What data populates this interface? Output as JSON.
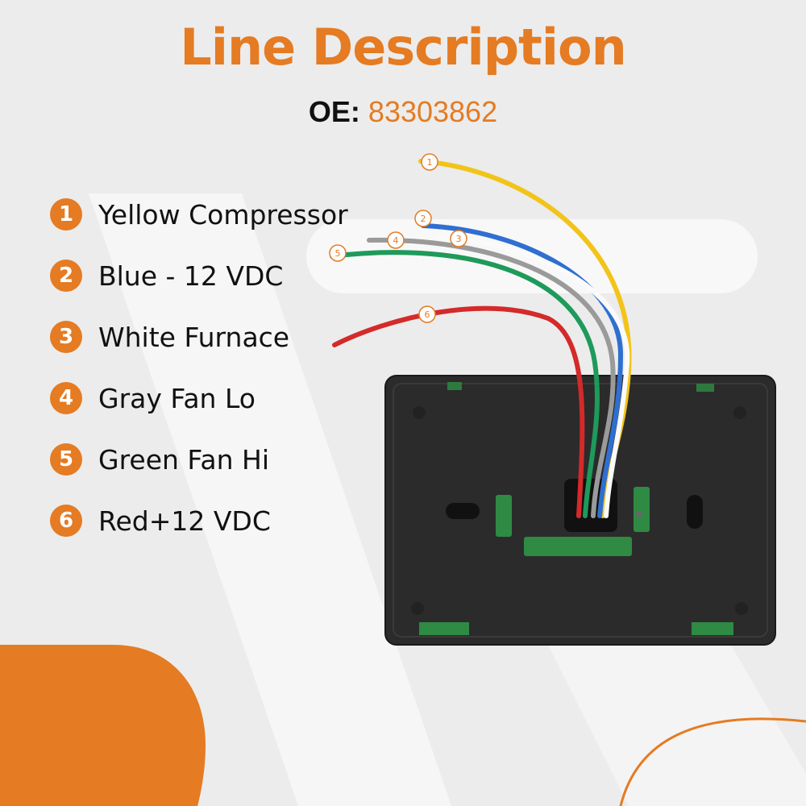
{
  "header": {
    "title": "Line Description",
    "oe_label": "OE:",
    "oe_value": "83303862"
  },
  "lines": [
    {
      "number": "1",
      "label": "Yellow Compressor",
      "wire_color": "#f2c41a"
    },
    {
      "number": "2",
      "label": "Blue - 12 VDC",
      "wire_color": "#2f6fd0"
    },
    {
      "number": "3",
      "label": "White Furnace",
      "wire_color": "#f5f5f5"
    },
    {
      "number": "4",
      "label": "Gray Fan Lo",
      "wire_color": "#9a9a9a"
    },
    {
      "number": "5",
      "label": "Green Fan Hi",
      "wire_color": "#1e9a5a"
    },
    {
      "number": "6",
      "label": "Red+12 VDC",
      "wire_color": "#d42a2a"
    }
  ],
  "colors": {
    "accent": "#e57b22",
    "background": "#ececec",
    "device": "#2b2b2b"
  }
}
